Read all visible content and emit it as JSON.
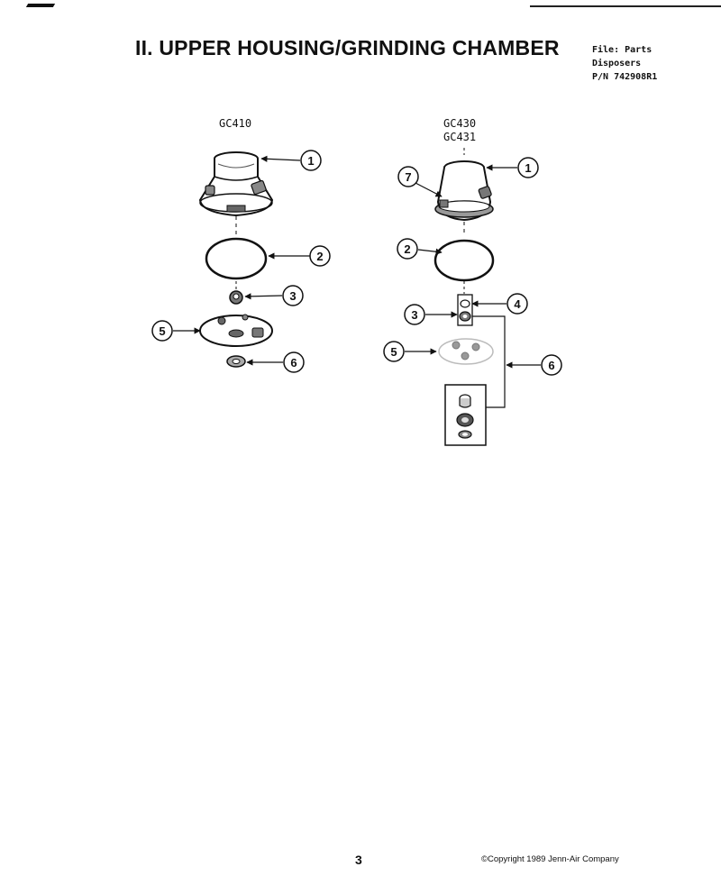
{
  "header": {
    "title": "II. UPPER HOUSING/GRINDING CHAMBER",
    "file_line": "File: Parts",
    "category_line": "Disposers",
    "part_number_line": "P/N 742908R1"
  },
  "models": {
    "left": "GC410",
    "right_line1": "GC430",
    "right_line2": "GC431"
  },
  "callouts_left": [
    "1",
    "2",
    "3",
    "5",
    "6"
  ],
  "callouts_right": [
    "1",
    "7",
    "2",
    "4",
    "3",
    "5",
    "6"
  ],
  "footer": {
    "page_number": "3",
    "copyright": "©Copyright 1989 Jenn-Air Company"
  }
}
